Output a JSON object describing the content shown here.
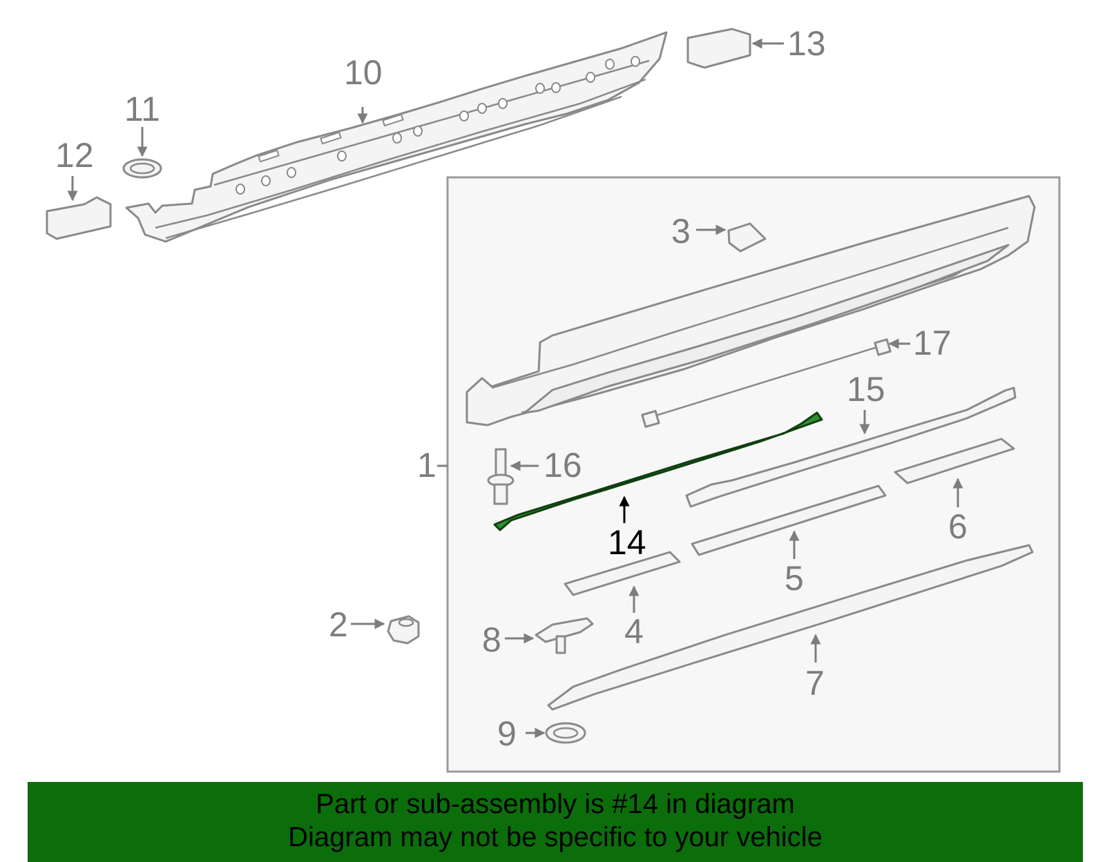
{
  "callouts": {
    "c1": "1",
    "c2": "2",
    "c3": "3",
    "c4": "4",
    "c5": "5",
    "c6": "6",
    "c7": "7",
    "c8": "8",
    "c9": "9",
    "c10": "10",
    "c11": "11",
    "c12": "12",
    "c13": "13",
    "c14": "14",
    "c15": "15",
    "c16": "16",
    "c17": "17"
  },
  "highlighted_part": "14",
  "colors": {
    "highlight_part": "#2f8f2f",
    "banner_background": "#0b6e0b",
    "line_art": "#8a8a8a"
  },
  "banner": {
    "line1": "Part or sub-assembly is #14 in diagram",
    "line2": "Diagram may not be specific to your vehicle"
  }
}
